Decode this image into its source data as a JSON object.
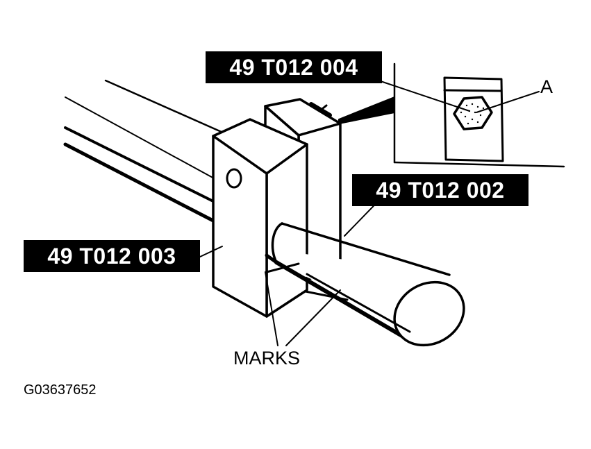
{
  "callouts": {
    "tool_004": "49 T012 004",
    "tool_002": "49 T012 002",
    "tool_003": "49 T012 003"
  },
  "annotations": {
    "detail_label": "A",
    "marks_label": "MARKS"
  },
  "figure_id": "G03637652"
}
